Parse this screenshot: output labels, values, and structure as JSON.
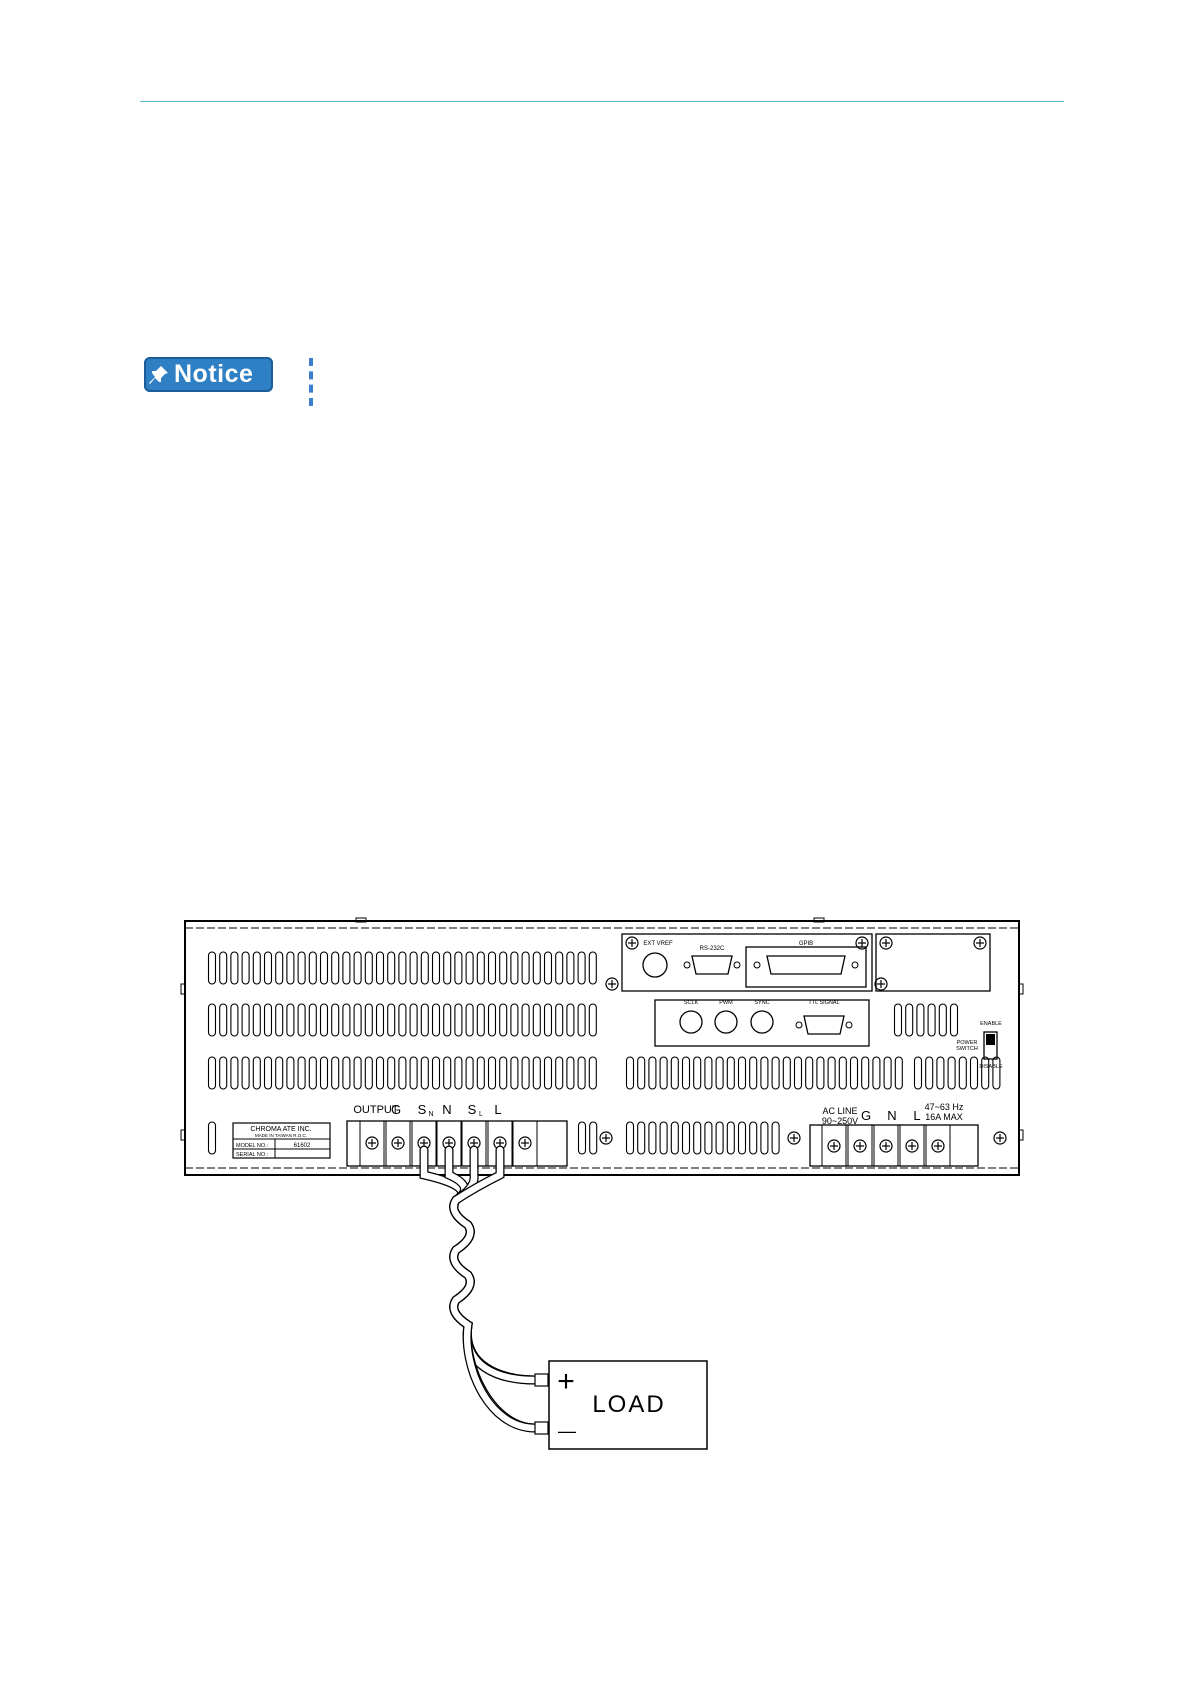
{
  "notice": {
    "label": "Notice",
    "icon": "pin-icon"
  },
  "panel": {
    "output_label": "OUTPUT",
    "output_terminals": [
      "G",
      "S",
      "N",
      "S",
      "L"
    ],
    "output_subscripts": [
      "",
      "N",
      "",
      "L",
      ""
    ],
    "nameplate": {
      "company": "CHROMA ATE INC.",
      "origin": "MADE IN TAIWAN R.O.C.",
      "model_label": "MODEL NO.:",
      "model_value": "61602",
      "serial_label": "SERIAL NO.:"
    },
    "io": {
      "ext_vref": "EXT VREF",
      "rs232c": "RS-232C",
      "gpib": "GPIB",
      "sclk": "SCLK",
      "pwm": "PWM",
      "sync": "SYNC",
      "ttl_signal": "TTL SIGNAL"
    },
    "power_switch": {
      "enable": "ENABLE",
      "label_line1": "POWER",
      "label_line2": "SWITCH",
      "disable": "DISABLE"
    },
    "ac_line": {
      "label_line1": "AC LINE",
      "label_line2": "90~250V",
      "terminals": [
        "G",
        "N",
        "L"
      ],
      "rating_line1": "47~63 Hz",
      "rating_line2": "16A MAX"
    }
  },
  "load": {
    "label": "LOAD",
    "plus": "+",
    "minus": "—"
  }
}
